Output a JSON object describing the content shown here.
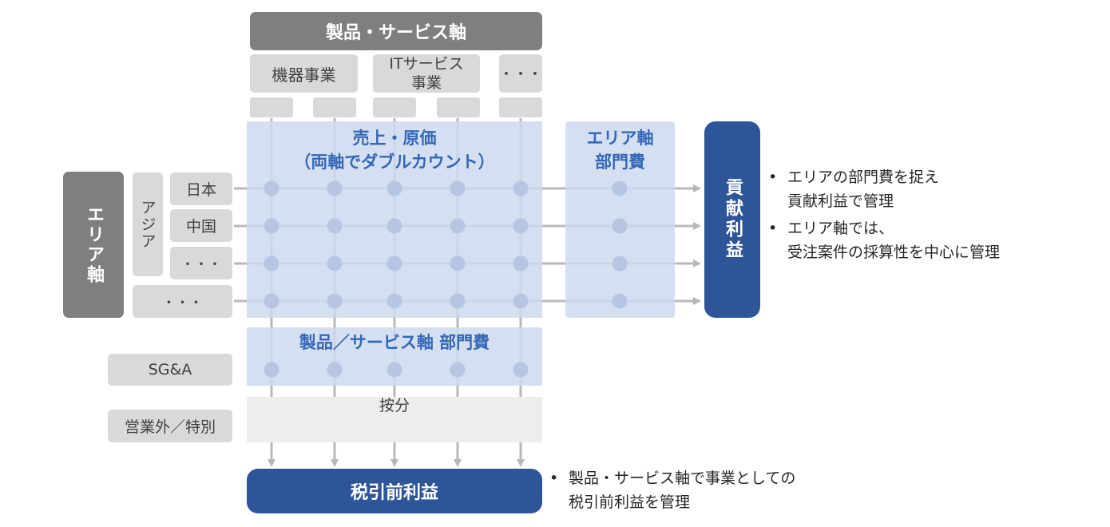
{
  "top_axis": {
    "title": "製品・サービス軸",
    "columns": [
      "機器事業",
      "ITサービス\n事業",
      "・・・"
    ]
  },
  "left_axis": {
    "title": "エリア軸",
    "region": "アジア",
    "countries": [
      "日本",
      "中国",
      "・・・"
    ],
    "other": "・・・"
  },
  "sales_cost": {
    "line1": "売上・原価",
    "line2": "（両軸でダブルカウント）"
  },
  "area_dept_cost": {
    "line1": "エリア軸",
    "line2": "部門費"
  },
  "product_dept_cost": "製品／サービス軸 部門費",
  "sga_label": "SG&A",
  "allocation_label": "按分",
  "non_operating_label": "営業外／特別",
  "contribution_profit": "貢献利益",
  "pretax_profit": "税引前利益",
  "notes_right": [
    [
      "エリアの部門費を捉え",
      "貢献利益で管理"
    ],
    [
      "エリア軸では、",
      "受注案件の採算性を中心に管理"
    ]
  ],
  "notes_bottom": [
    [
      "製品・サービス軸で事業としての",
      "税引前利益を管理"
    ]
  ],
  "colors": {
    "dark_gray": "#7f7f7f",
    "light_gray": "#d9d9d9",
    "light_blue": "#ccd9ef",
    "navy": "#2e5597",
    "blue_text": "#3567b8",
    "connector": "#b8b8b8"
  }
}
